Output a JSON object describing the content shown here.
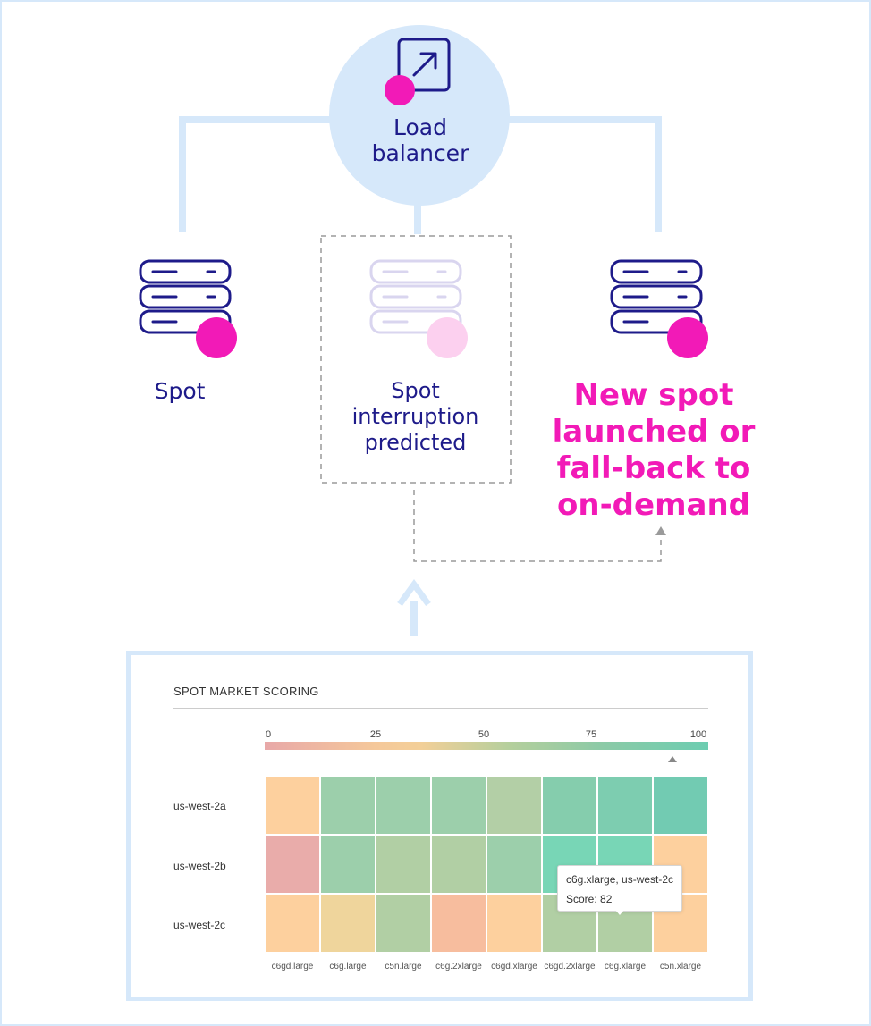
{
  "load_balancer": {
    "label_line1": "Load",
    "label_line2": "balancer"
  },
  "servers": {
    "left": {
      "label": "Spot"
    },
    "middle": {
      "label_line1": "Spot",
      "label_line2": "interruption",
      "label_line3": "predicted"
    },
    "right": {
      "label_line1": "New spot",
      "label_line2": "launched or",
      "label_line3": "fall-back to",
      "label_line4": "on-demand"
    }
  },
  "colors": {
    "navy": "#1e1b8a",
    "magenta": "#f21ab7",
    "light_blue": "#d6e8fa",
    "faded": "#d9d5ef"
  },
  "icons": [
    "external-link-icon",
    "server-stack-icon",
    "up-arrow-icon"
  ],
  "scoring": {
    "title": "SPOT MARKET SCORING",
    "scale_ticks": [
      "0",
      "25",
      "50",
      "75",
      "100"
    ],
    "scale_marker_score": 92,
    "rows": [
      "us-west-2a",
      "us-west-2b",
      "us-west-2c"
    ],
    "columns": [
      "c6gd.large",
      "c6g.large",
      "c5n.large",
      "c6g.2xlarge",
      "c6gd.xlarge",
      "c6gd.2xlarge",
      "c6g.xlarge",
      "c5n.xlarge"
    ],
    "cell_colors": [
      [
        "#fdd09e",
        "#9ccfab",
        "#9ccfab",
        "#9ccfab",
        "#b3cfa6",
        "#85cdad",
        "#7dcdb0",
        "#72cbb2"
      ],
      [
        "#e9acaa",
        "#9ccfab",
        "#b1cfa4",
        "#b1cfa4",
        "#9ccfab",
        "#78d6b6",
        "#78d6b6",
        "#fdd09e"
      ],
      [
        "#fdd09e",
        "#efd59c",
        "#b1cfa4",
        "#f7bd9e",
        "#fdd09e",
        "#b1cfa4",
        "#b1cfa4",
        "#fdd09e"
      ]
    ],
    "tooltip": {
      "line1": "c6g.xlarge, us-west-2c",
      "line2": "Score: 82"
    }
  }
}
